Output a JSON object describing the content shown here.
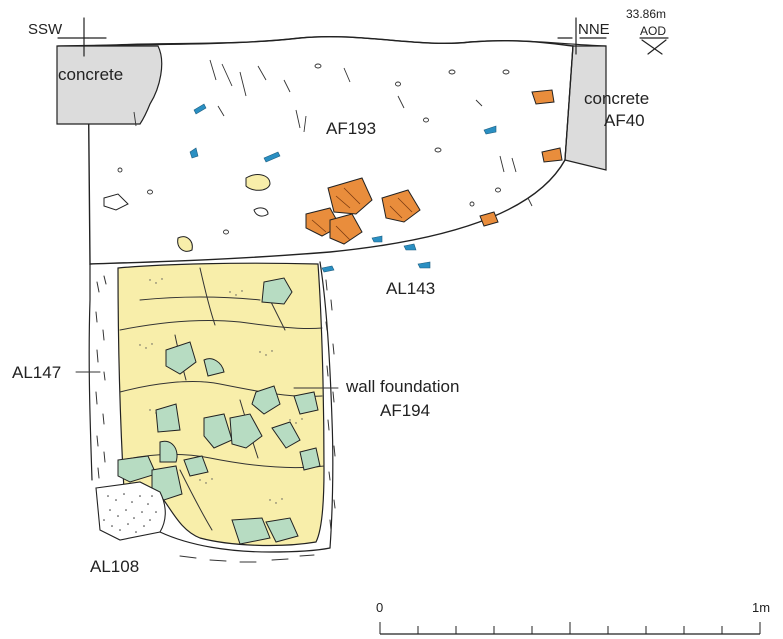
{
  "colors": {
    "background": "#ffffff",
    "concrete": "#dcdcdc",
    "fill_matrix": "#ffffff",
    "wall_foundation": "#f8eeaa",
    "stone": "#b7dcc2",
    "tile": "#e98d3c",
    "glass": "#2a8fc2",
    "outline": "#222222"
  },
  "labels": {
    "ssw": "SSW",
    "nne": "NNE",
    "datum_height": "33.86m",
    "datum_ref": "AOD",
    "concrete_left": "concrete",
    "concrete_right_1": "concrete",
    "concrete_right_2": "AF40",
    "af193": "AF193",
    "al143": "AL143",
    "al147": "AL147",
    "wall_foundation_1": "wall foundation",
    "wall_foundation_2": "AF194",
    "al108": "AL108"
  },
  "scale_bar": {
    "start_label": "0",
    "end_label": "1m",
    "length_m": 1,
    "divisions": 10
  }
}
